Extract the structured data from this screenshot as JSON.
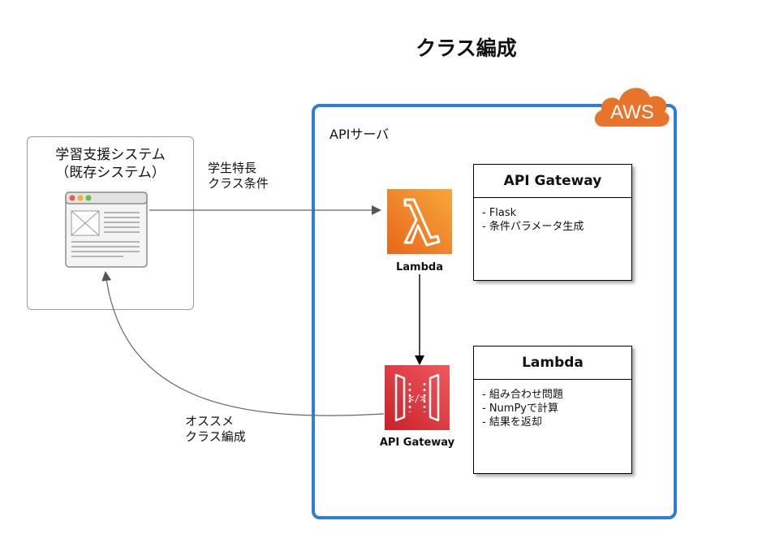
{
  "title": "クラス編成",
  "legacy_system": {
    "title_line1": "学習支援システム",
    "title_line2": "（既存システム）"
  },
  "aws": {
    "badge": "AWS",
    "server_label": "APIサーバ"
  },
  "lambda_icon": {
    "label": "Lambda"
  },
  "apigw_icon": {
    "label": "API Gateway"
  },
  "box_apigw": {
    "title": "API Gateway",
    "items": [
      "- Flask",
      "- 条件パラメータ生成"
    ]
  },
  "box_lambda": {
    "title": "Lambda",
    "items": [
      "- 組み合わせ問題",
      "- NumPyで計算",
      "- 結果を返却"
    ]
  },
  "edge_request": {
    "line1": "学生特長",
    "line2": "クラス条件"
  },
  "edge_response": {
    "line1": "オススメ",
    "line2": "クラス編成"
  },
  "colors": {
    "aws_border": "#2d7fd3",
    "aws_badge": "#e8732a",
    "lambda_icon": "#f28b22",
    "apigw_icon": "#e2373d"
  }
}
